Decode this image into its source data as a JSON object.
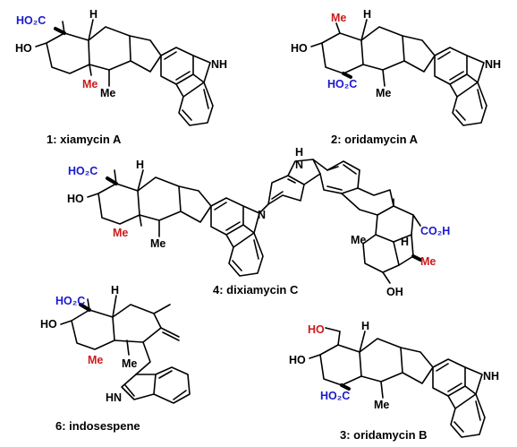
{
  "colors": {
    "carboxyl": "#1a1acc",
    "methyl_highlight": "#cc1a1a",
    "bond": "#000000"
  },
  "compounds": [
    {
      "caption": "1: xiamycin A",
      "labels": {
        "co2h": "HO₂C",
        "ho": "HO",
        "h": "H",
        "me_red": "Me",
        "me": "Me",
        "nh": "NH"
      }
    },
    {
      "caption": "2: oridamycin A",
      "labels": {
        "me_red": "Me",
        "h": "H",
        "ho": "HO",
        "co2h": "HO₂C",
        "me": "Me",
        "nh": "NH"
      }
    },
    {
      "caption": "4: dixiamycin C",
      "labels": {
        "co2h": "HO₂C",
        "h": "H",
        "ho": "HO",
        "me_red": "Me",
        "me": "Me",
        "n": "N",
        "h_top": "H",
        "n_top": "N",
        "me2": "Me",
        "h2": "H",
        "co2h_right": "CO₂H",
        "me_red2": "Me",
        "oh": "OH"
      }
    },
    {
      "caption": "6: indosespene",
      "labels": {
        "co2h": "HO₂C",
        "h": "H",
        "ho": "HO",
        "me_red": "Me",
        "me": "Me",
        "hn": "HN"
      }
    },
    {
      "caption": "3: oridamycin B",
      "labels": {
        "ho_top": "HO",
        "h": "H",
        "ho": "HO",
        "co2h": "HO₂C",
        "me": "Me",
        "nh": "NH"
      }
    }
  ]
}
